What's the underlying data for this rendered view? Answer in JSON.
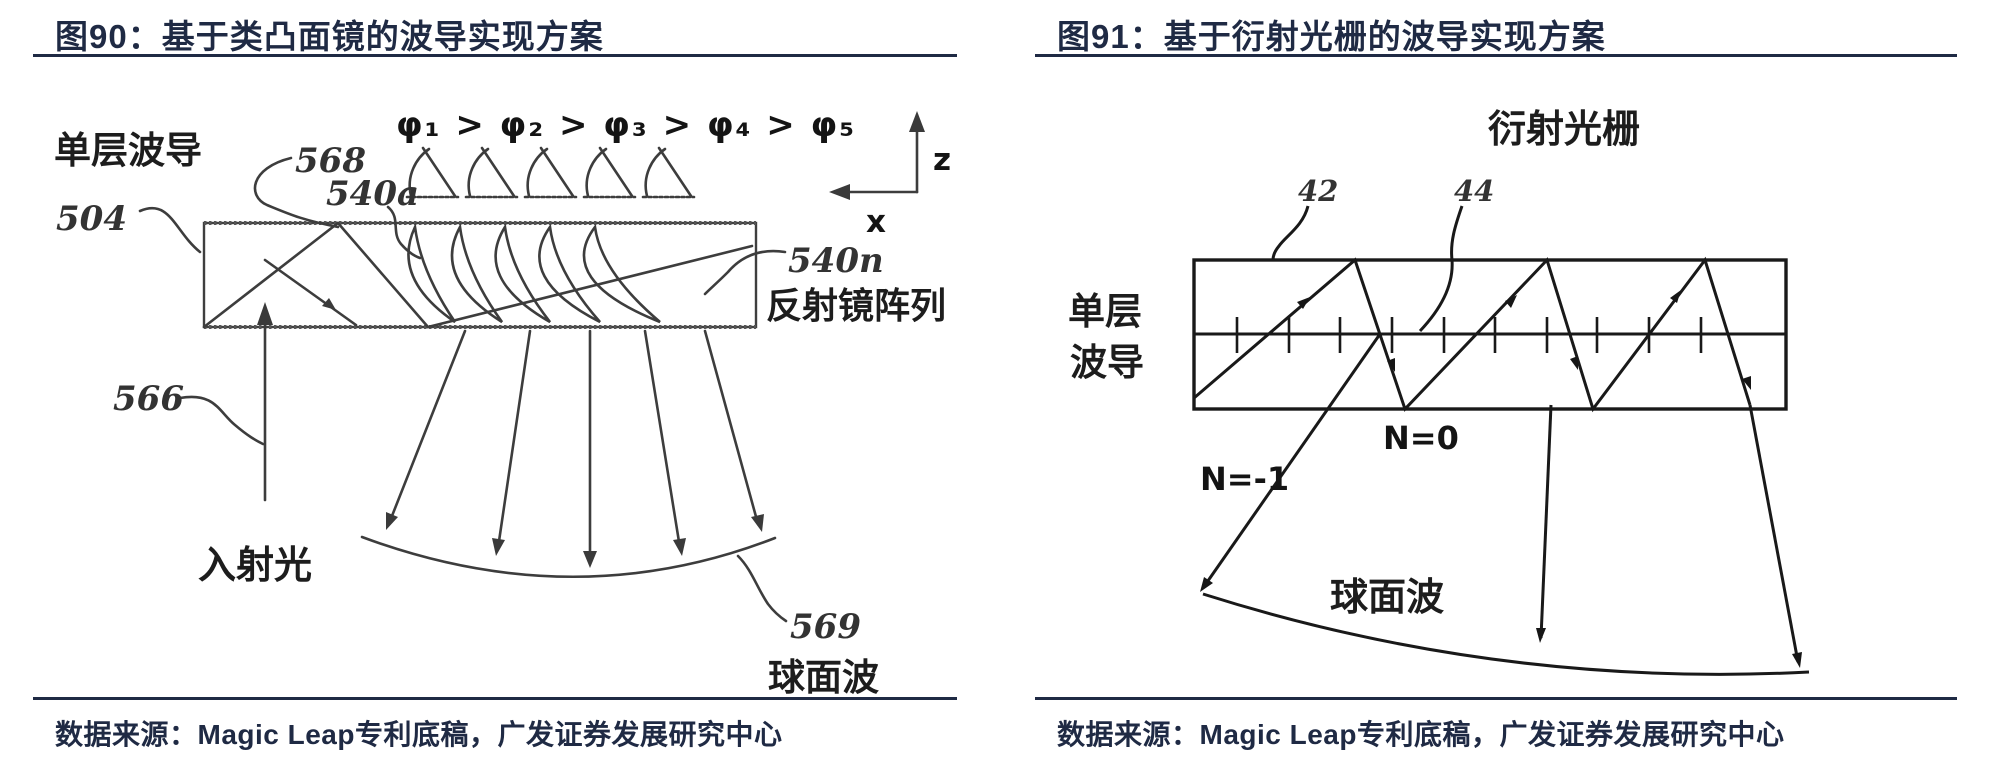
{
  "accent_color": "#1f2a44",
  "fig90": {
    "title": "图90：基于类凸面镜的波导实现方案",
    "source": "数据来源：Magic Leap专利底稿，广发证券发展研究中心",
    "labels": {
      "phi_relation": "φ₁ > φ₂ > φ₃ > φ₄ > φ₅",
      "waveguide": "单层波导",
      "ref_504": "504",
      "ref_568": "568",
      "ref_540a": "540a",
      "ref_540n": "540n",
      "mirror_array": "反射镜阵列",
      "ref_566": "566",
      "incident_light": "入射光",
      "ref_569": "569",
      "spherical_wave": "球面波",
      "axis_z": "z",
      "axis_x": "x"
    }
  },
  "fig91": {
    "title": "图91：基于衍射光栅的波导实现方案",
    "source": "数据来源：Magic Leap专利底稿，广发证券发展研究中心",
    "labels": {
      "grating": "衍射光栅",
      "ref_42": "42",
      "ref_44": "44",
      "waveguide_line1": "单层",
      "waveguide_line2": "波导",
      "order_0": "N=0",
      "order_m1": "N=-1",
      "spherical_wave": "球面波"
    }
  }
}
